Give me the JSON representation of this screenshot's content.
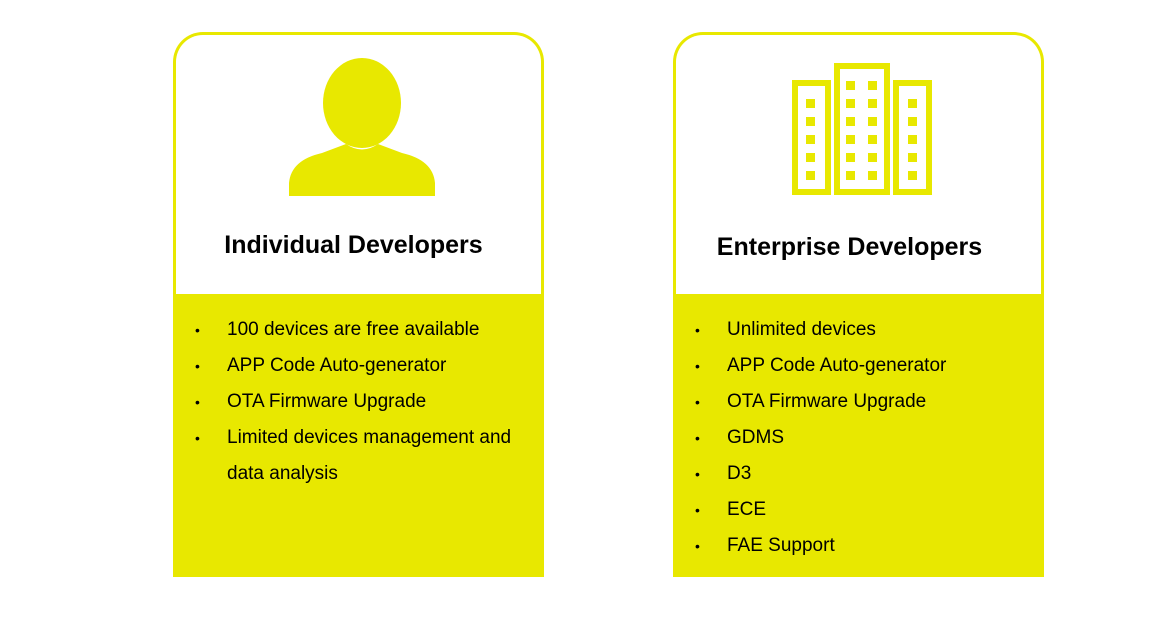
{
  "colors": {
    "accent": "#e8e800",
    "text": "#000000",
    "background": "#ffffff"
  },
  "cards": [
    {
      "icon": "person-icon",
      "title": "Individual Developers",
      "features": [
        "100 devices are free available",
        "APP Code Auto-generator",
        "OTA Firmware Upgrade",
        "Limited devices management and data analysis"
      ]
    },
    {
      "icon": "buildings-icon",
      "title": "Enterprise Developers",
      "features": [
        "Unlimited devices",
        "APP Code Auto-generator",
        "OTA Firmware Upgrade",
        "GDMS",
        "D3",
        "ECE",
        "FAE Support"
      ]
    }
  ]
}
